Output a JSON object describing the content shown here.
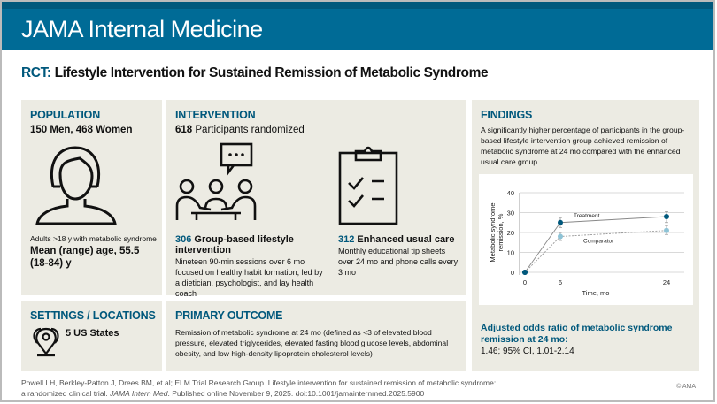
{
  "journal": "JAMA Internal Medicine",
  "title": {
    "prefix": "RCT:",
    "text": " Lifestyle Intervention for Sustained Remission of Metabolic Syndrome"
  },
  "population": {
    "heading": "POPULATION",
    "count": "150 Men, 468 Women",
    "criteria": "Adults >18 y with metabolic syndrome",
    "age": "Mean (range) age, 55.5 (18-84) y",
    "icon": "person-icon"
  },
  "intervention": {
    "heading": "INTERVENTION",
    "randomized_n": "618",
    "randomized_label": " Participants randomized",
    "arms": [
      {
        "n": "306",
        "label": " Group-based lifestyle intervention",
        "desc": "Nineteen 90-min sessions over 6 mo focused on healthy habit formation, led by a dietician, psychologist, and lay health coach",
        "icon": "group-discussion-icon"
      },
      {
        "n": "312",
        "label": " Enhanced usual care",
        "desc": "Monthly educational tip sheets over 24 mo and phone calls every 3 mo",
        "icon": "clipboard-checklist-icon"
      }
    ]
  },
  "settings": {
    "heading": "SETTINGS / LOCATIONS",
    "value": "5 US States",
    "icon": "map-pins-icon"
  },
  "primary_outcome": {
    "heading": "PRIMARY OUTCOME",
    "text": "Remission of metabolic syndrome at 24 mo (defined as <3 of elevated blood pressure, elevated triglycerides, elevated fasting blood glucose levels, abdominal obesity, and low high-density lipoprotein cholesterol levels)"
  },
  "findings": {
    "heading": "FINDINGS",
    "summary": "A significantly higher percentage of participants in the group-based lifestyle intervention group achieved remission of metabolic syndrome at 24 mo compared with the enhanced usual care group",
    "or_label": "Adjusted odds ratio of metabolic syndrome remission at 24 mo:",
    "or_value": "1.46; 95% CI, 1.01-2.14"
  },
  "chart_data": {
    "type": "line",
    "xlabel": "Time, mo",
    "ylabel": "Metabolic syndrome remission, %",
    "x": [
      0,
      6,
      24
    ],
    "xticks": [
      "0",
      "6",
      "24"
    ],
    "yticks": [
      "0",
      "10",
      "20",
      "30",
      "40"
    ],
    "ylim": [
      0,
      40
    ],
    "grid": "horizontal",
    "series": [
      {
        "name": "Treatment",
        "values": [
          0,
          25,
          28
        ],
        "ci_low": [
          0,
          22.5,
          25
        ],
        "ci_high": [
          0,
          27.5,
          30.5
        ],
        "color": "#00587c",
        "dash": false
      },
      {
        "name": "Comparator",
        "values": [
          0,
          18,
          21
        ],
        "ci_low": [
          0,
          16,
          19
        ],
        "ci_high": [
          0,
          20,
          23.5
        ],
        "color": "#8ec3d6",
        "dash": true
      }
    ]
  },
  "citation": {
    "line1": "Powell LH, Berkley-Patton J, Drees BM, et al; ELM Trial Research Group. Lifestyle intervention for sustained remission of metabolic syndrome:",
    "line2a": "a randomized clinical trial. ",
    "journal_abbr": "JAMA Intern Med",
    "line2b": ". Published online November 9, 2025. doi:10.1001/jamainternmed.2025.5900"
  },
  "copyright": "© AMA",
  "colors": {
    "brand": "#006b96",
    "accent": "#00587c",
    "panel": "#ecebe3"
  }
}
